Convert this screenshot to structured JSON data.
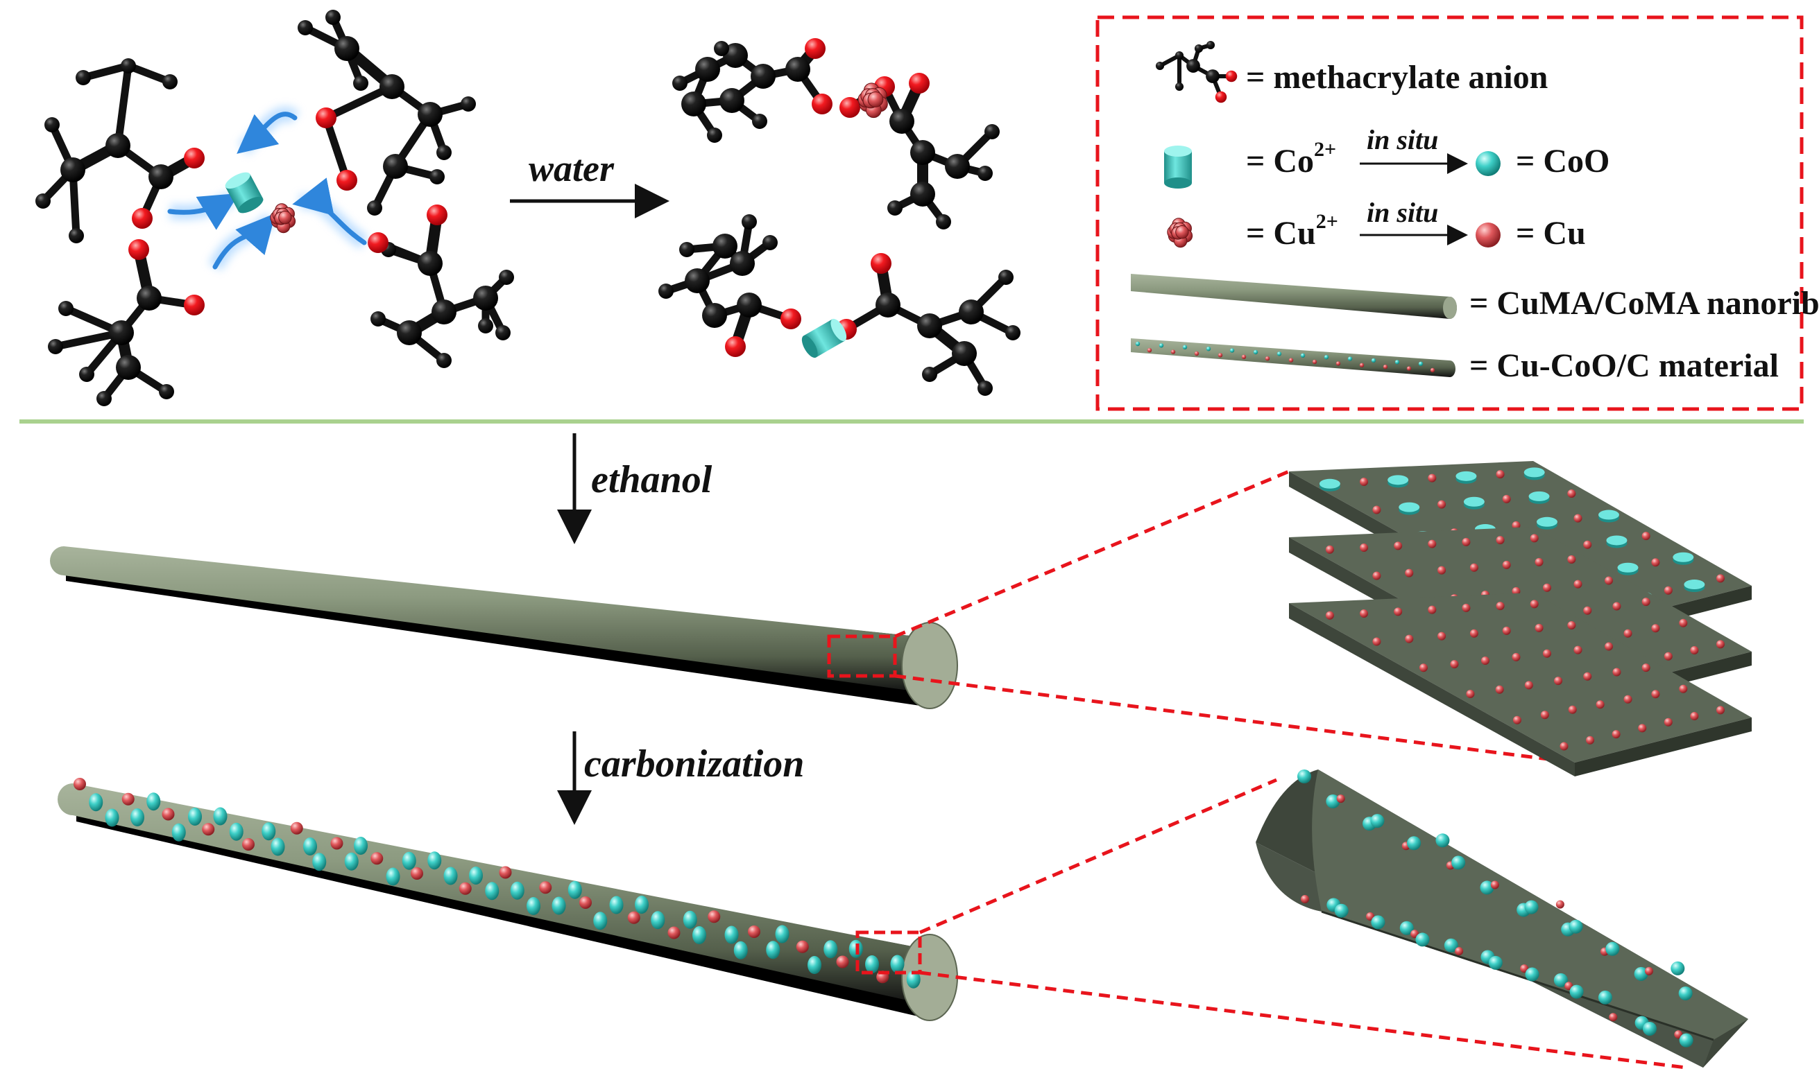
{
  "arrows": {
    "water": "water",
    "ethanol": "ethanol",
    "carbonization": "carbonization"
  },
  "legend": {
    "anion": "= methacrylate anion",
    "co_prefix": "= Co",
    "co_charge": "2+",
    "co_insitu": "in situ",
    "co_product": "= CoO",
    "cu_prefix": "= Cu",
    "cu_charge": "2+",
    "cu_insitu": "in situ",
    "cu_product": "= Cu",
    "nanoribbon": "= CuMA/CoMA nanoribbon",
    "material": "= Cu-CoO/C material"
  },
  "colors": {
    "carbon_atom": "#111111",
    "oxygen_atom": "#e8141c",
    "cobalt_ion": "#48c9c2",
    "copper_ion": "#d4464c",
    "ribbon": "#8a9a80",
    "sheet": "#4f5a4c",
    "dash_red": "#e8141c",
    "divider_green": "#a9d18e",
    "curve_blue": "#3d8fe0"
  }
}
